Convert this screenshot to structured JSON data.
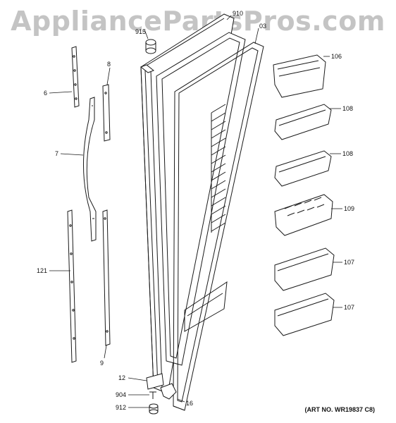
{
  "watermark": "AppliancePartsPros.com",
  "art_no": "(ART NO. WR19837 C8)",
  "callouts": {
    "p910": "910",
    "p915": "915",
    "p03": "03",
    "p106": "106",
    "p108a": "108",
    "p108b": "108",
    "p109": "109",
    "p107a": "107",
    "p107b": "107",
    "p6": "6",
    "p7": "7",
    "p8": "8",
    "p121": "121",
    "p9": "9",
    "p12": "12",
    "p904": "904",
    "p16": "16",
    "p912": "912"
  },
  "colors": {
    "line": "#1a1a1a",
    "watermark": "#c4c4c4"
  }
}
